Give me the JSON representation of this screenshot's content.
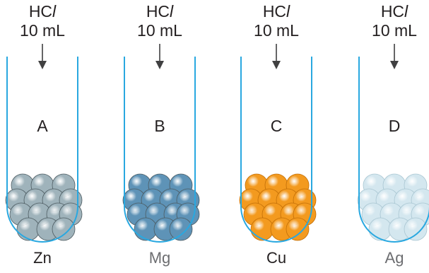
{
  "reagent": {
    "prefix": "HC",
    "suffix": "l",
    "volume": "10 mL"
  },
  "tubes": [
    {
      "letter": "A",
      "metal": "Zn",
      "metal_color": "#231f20",
      "ball_color": "#9fb3bb"
    },
    {
      "letter": "B",
      "metal": "Mg",
      "metal_color": "#6d6e71",
      "ball_color": "#5e93b7"
    },
    {
      "letter": "C",
      "metal": "Cu",
      "metal_color": "#231f20",
      "ball_color": "#f39a1f"
    },
    {
      "letter": "D",
      "metal": "Ag",
      "metal_color": "#6d6e71",
      "ball_color": "#d4e7ef"
    }
  ],
  "colors": {
    "tube_outline": "#29a8e0",
    "arrow": "#404041",
    "text": "#231f20"
  }
}
